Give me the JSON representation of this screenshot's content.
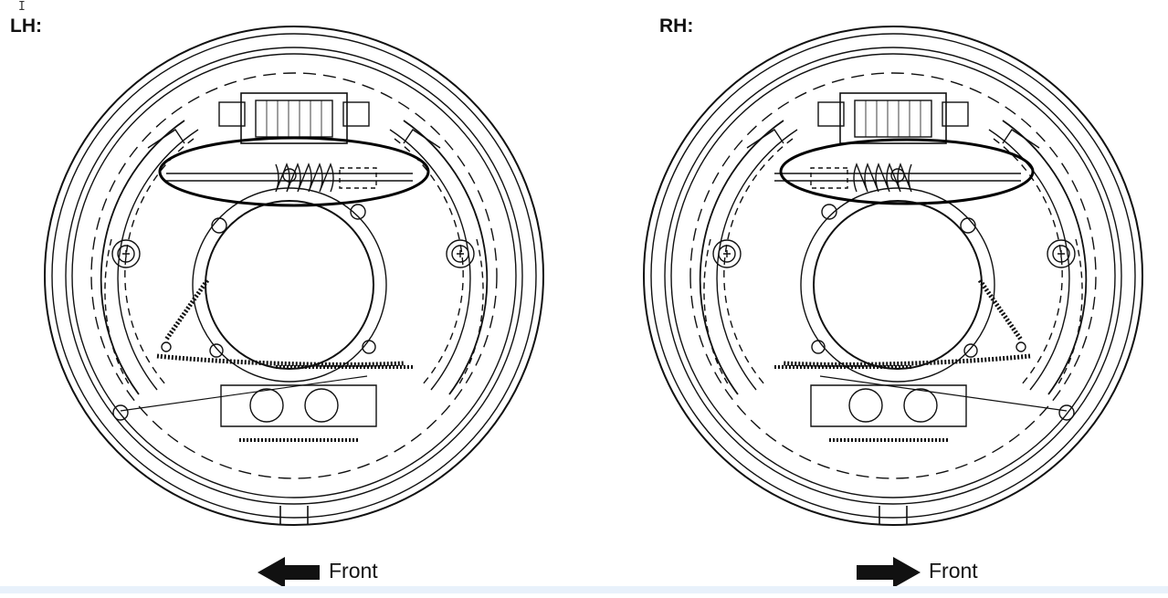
{
  "views": {
    "left": {
      "label": "LH:",
      "front_text": "Front",
      "arrow_direction": "left"
    },
    "right": {
      "label": "RH:",
      "front_text": "Front",
      "arrow_direction": "right"
    }
  },
  "cursor": "I",
  "colors": {
    "line": "#111111",
    "background": "#ffffff",
    "strip": "#e8f1fb"
  }
}
